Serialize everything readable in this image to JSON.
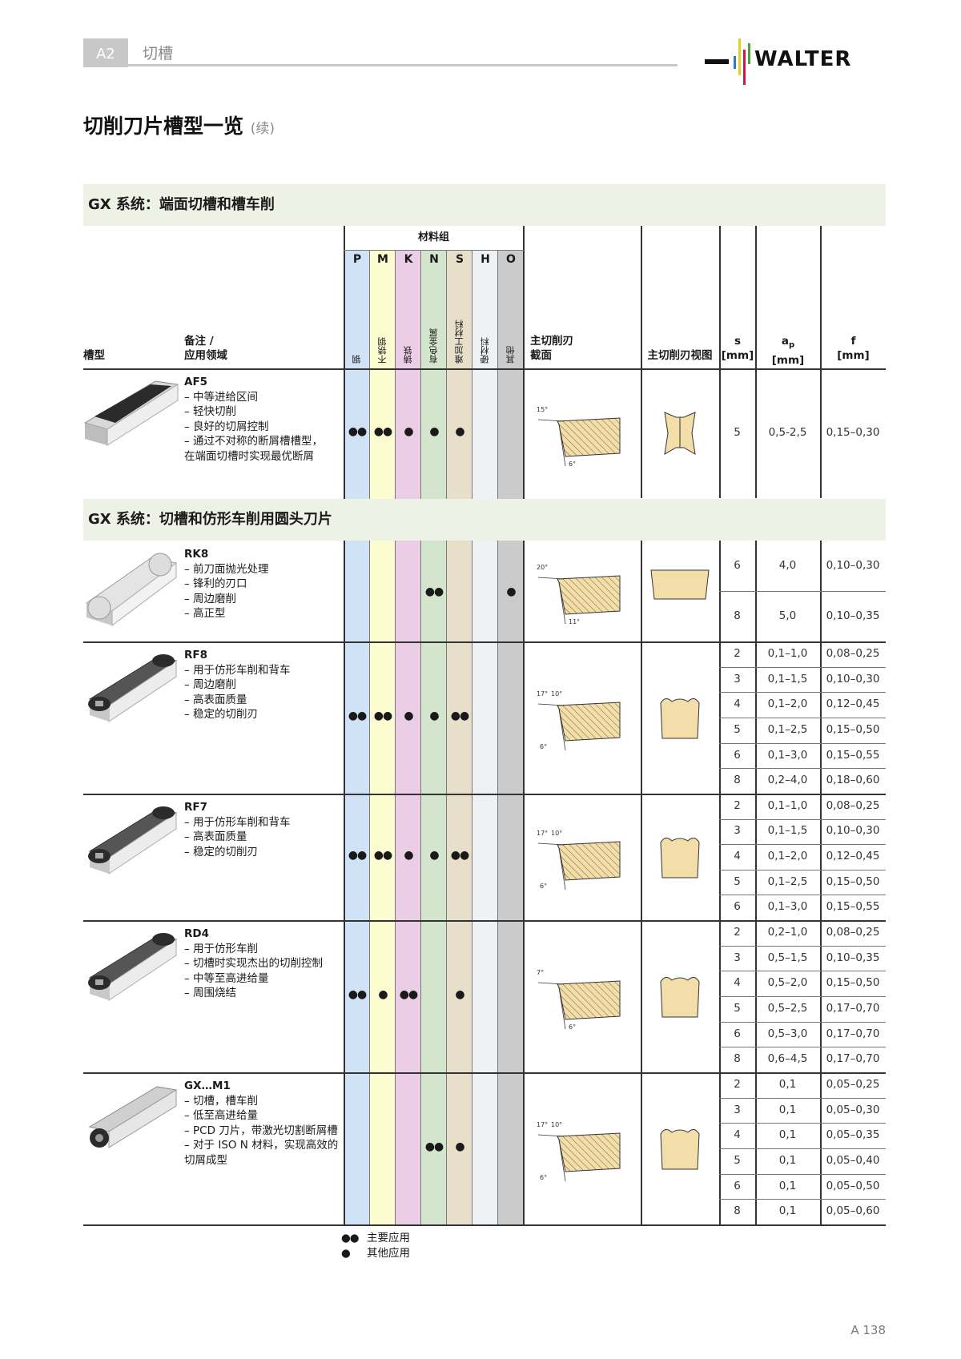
{
  "header": {
    "chapter_tab": "A2",
    "chapter_title": "切槽",
    "logo_text": "WALTER"
  },
  "page_title": "切削刀片槽型一览",
  "page_title_suffix": "(续)",
  "table_header": {
    "col_type": "槽型",
    "col_notes": [
      "备注 /",
      "应用领域"
    ],
    "material_group": "材料组",
    "materials": [
      {
        "letter": "P",
        "name": "钢",
        "color": "#cfe2f6"
      },
      {
        "letter": "M",
        "name": "不锈钢",
        "color": "#fdfbd0"
      },
      {
        "letter": "K",
        "name": "铸铁",
        "color": "#ebcde6"
      },
      {
        "letter": "N",
        "name": "有色金属",
        "color": "#d3e5cc"
      },
      {
        "letter": "S",
        "name": "难加工材料",
        "color": "#e8dfca"
      },
      {
        "letter": "H",
        "name": "硬材料",
        "color": "#eef2f5"
      },
      {
        "letter": "O",
        "name": "其他",
        "color": "#cbcbcb"
      }
    ],
    "col_section": [
      "主切削刃",
      "截面"
    ],
    "col_view": "主切削刃视图",
    "col_s": [
      "s",
      "[mm]"
    ],
    "col_ap": [
      "a",
      "p",
      "[mm]"
    ],
    "col_f": [
      "f",
      "[mm]"
    ]
  },
  "sections": [
    {
      "title": "GX 系统：端面切槽和槽车削",
      "rows": [
        {
          "code": "AF5",
          "notes": [
            "– 中等进给区间",
            "– 轻快切削",
            "– 良好的切屑控制",
            "– 通过不对称的断屑槽槽型，",
            "  在端面切槽时实现最优断屑"
          ],
          "materials": [
            "●●",
            "●●",
            "●",
            "●",
            "●",
            "",
            ""
          ],
          "section_angles": [
            "15°",
            "6°"
          ],
          "sizes": [
            {
              "s": "5",
              "ap": "0,5-2,5",
              "f": "0,15–0,30"
            }
          ]
        }
      ]
    },
    {
      "title": "GX 系统：切槽和仿形车削用圆头刀片",
      "rows": [
        {
          "code": "RK8",
          "notes": [
            "– 前刀面抛光处理",
            "– 锋利的刃口",
            "– 周边磨削",
            "– 高正型"
          ],
          "materials": [
            "",
            "",
            "",
            "●●",
            "",
            "",
            "●"
          ],
          "section_angles": [
            "20°",
            "11°"
          ],
          "sizes": [
            {
              "s": "6",
              "ap": "4,0",
              "f": "0,10–0,30"
            },
            {
              "s": "8",
              "ap": "5,0",
              "f": "0,10–0,35"
            }
          ]
        },
        {
          "code": "RF8",
          "notes": [
            "– 用于仿形车削和背车",
            "– 周边磨削",
            "– 高表面质量",
            "– 稳定的切削刃"
          ],
          "materials": [
            "●●",
            "●●",
            "●",
            "●",
            "●●",
            "",
            ""
          ],
          "section_angles": [
            "17°",
            "10°",
            "6°"
          ],
          "sizes": [
            {
              "s": "2",
              "ap": "0,1–1,0",
              "f": "0,08–0,25"
            },
            {
              "s": "3",
              "ap": "0,1–1,5",
              "f": "0,10–0,30"
            },
            {
              "s": "4",
              "ap": "0,1–2,0",
              "f": "0,12–0,45"
            },
            {
              "s": "5",
              "ap": "0,1–2,5",
              "f": "0,15–0,50"
            },
            {
              "s": "6",
              "ap": "0,1–3,0",
              "f": "0,15–0,55"
            },
            {
              "s": "8",
              "ap": "0,2–4,0",
              "f": "0,18–0,60"
            }
          ]
        },
        {
          "code": "RF7",
          "notes": [
            "– 用于仿形车削和背车",
            "– 高表面质量",
            "– 稳定的切削刃"
          ],
          "materials": [
            "●●",
            "●●",
            "●",
            "●",
            "●●",
            "",
            ""
          ],
          "section_angles": [
            "17°",
            "10°",
            "6°"
          ],
          "sizes": [
            {
              "s": "2",
              "ap": "0,1–1,0",
              "f": "0,08–0,25"
            },
            {
              "s": "3",
              "ap": "0,1–1,5",
              "f": "0,10–0,30"
            },
            {
              "s": "4",
              "ap": "0,1–2,0",
              "f": "0,12–0,45"
            },
            {
              "s": "5",
              "ap": "0,1–2,5",
              "f": "0,15–0,50"
            },
            {
              "s": "6",
              "ap": "0,1–3,0",
              "f": "0,15–0,55"
            }
          ]
        },
        {
          "code": "RD4",
          "notes": [
            "– 用于仿形车削",
            "– 切槽时实现杰出的切削控制",
            "– 中等至高进给量",
            "– 周围烧结"
          ],
          "materials": [
            "●●",
            "●",
            "●●",
            "",
            "●",
            "",
            ""
          ],
          "section_angles": [
            "7°",
            "6°"
          ],
          "sizes": [
            {
              "s": "2",
              "ap": "0,2–1,0",
              "f": "0,08–0,25"
            },
            {
              "s": "3",
              "ap": "0,5–1,5",
              "f": "0,10–0,35"
            },
            {
              "s": "4",
              "ap": "0,5–2,0",
              "f": "0,15–0,50"
            },
            {
              "s": "5",
              "ap": "0,5–2,5",
              "f": "0,17–0,70"
            },
            {
              "s": "6",
              "ap": "0,5–3,0",
              "f": "0,17–0,70"
            },
            {
              "s": "8",
              "ap": "0,6–4,5",
              "f": "0,17–0,70"
            }
          ]
        },
        {
          "code": "GX…M1",
          "notes": [
            "– 切槽，槽车削",
            "– 低至高进给量",
            "– PCD 刀片，带激光切割断屑槽",
            "– 对于 ISO N 材料，实现高效的",
            "  切屑成型"
          ],
          "materials": [
            "",
            "",
            "",
            "●●",
            "●",
            "",
            ""
          ],
          "section_angles": [
            "17°",
            "10°",
            "6°"
          ],
          "sizes": [
            {
              "s": "2",
              "ap": "0,1",
              "f": "0,05–0,25"
            },
            {
              "s": "3",
              "ap": "0,1",
              "f": "0,05–0,30"
            },
            {
              "s": "4",
              "ap": "0,1",
              "f": "0,05–0,35"
            },
            {
              "s": "5",
              "ap": "0,1",
              "f": "0,05–0,40"
            },
            {
              "s": "6",
              "ap": "0,1",
              "f": "0,05–0,50"
            },
            {
              "s": "8",
              "ap": "0,1",
              "f": "0,05–0,60"
            }
          ]
        }
      ]
    }
  ],
  "legend": [
    {
      "symbol": "●●",
      "label": "主要应用"
    },
    {
      "symbol": "●",
      "label": "其他应用"
    }
  ],
  "page_number": "A 138"
}
